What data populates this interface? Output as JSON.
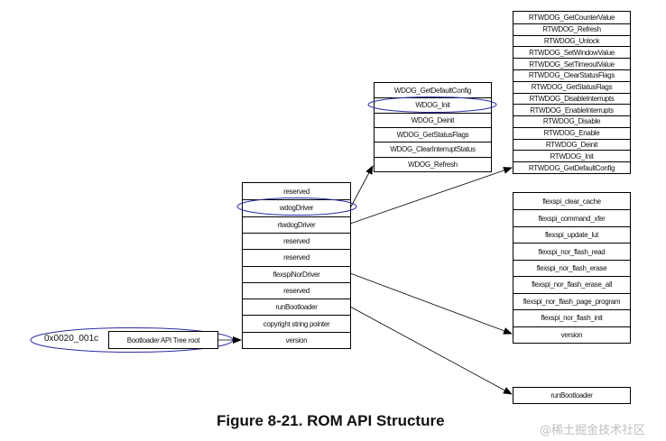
{
  "root": {
    "address": "0x0020_001c",
    "label": "Bootloader API Tree root"
  },
  "main_table": {
    "rows": [
      "reserved",
      "wdogDriver",
      "rtwdogDriver",
      "reserved",
      "reserved",
      "flexspiNorDriver",
      "reserved",
      "runBootloader",
      "copyright string pointer",
      "version"
    ],
    "highlighted": "wdogDriver"
  },
  "wdog_table": {
    "rows": [
      "WDOG_GetDefaultConfig",
      "WDOG_Init",
      "WDOG_Deinit",
      "WDOG_GetStatusFlags",
      "WDOG_ClearInterruptStatus",
      "WDOG_Refresh"
    ],
    "highlighted": "WDOG_Init"
  },
  "rtwdog_table": {
    "rows": [
      "RTWDOG_GetCounterValue",
      "RTWDOG_Refresh",
      "RTWDOG_Unlock",
      "RTWDOG_SetWindowValue",
      "RTWDOG_SetTimeoutValue",
      "RTWDOG_ClearStatusFlags",
      "RTWDOG_GetStatusFlags",
      "RTWDOG_DisableInterrupts",
      "RTWDOG_EnableInterrupts",
      "RTWDOG_Disable",
      "RTWDOG_Enable",
      "RTWDOG_Deinit",
      "RTWDOG_Init",
      "RTWDOG_GetDefaultConfig"
    ]
  },
  "flexspi_table": {
    "rows": [
      "flexspi_clear_cache",
      "flexspi_command_xfer",
      "flexspi_update_lut",
      "flexspi_nor_flash_read",
      "flexspi_nor_flash_erase",
      "flexspi_nor_flash_erase_all",
      "flexspi_nor_flash_page_program",
      "flexspi_nor_flash_init",
      "version"
    ]
  },
  "runbootloader_table": {
    "rows": [
      "runBootloader"
    ]
  },
  "links": [
    {
      "from": "wdogDriver",
      "to": "WDOG_Refresh"
    },
    {
      "from": "rtwdogDriver",
      "to": "RTWDOG_GetDefaultConfig"
    },
    {
      "from": "flexspiNorDriver",
      "to": "flexspi.version"
    },
    {
      "from": "runBootloader",
      "to": "runBootloader"
    },
    {
      "from": "Bootloader API Tree root",
      "to": "main.version"
    }
  ],
  "colors": {
    "highlight": "#2a2aa8",
    "line": "#000000"
  },
  "caption": "Figure 8-21. ROM API Structure",
  "watermark": "@稀土掘金技术社区"
}
